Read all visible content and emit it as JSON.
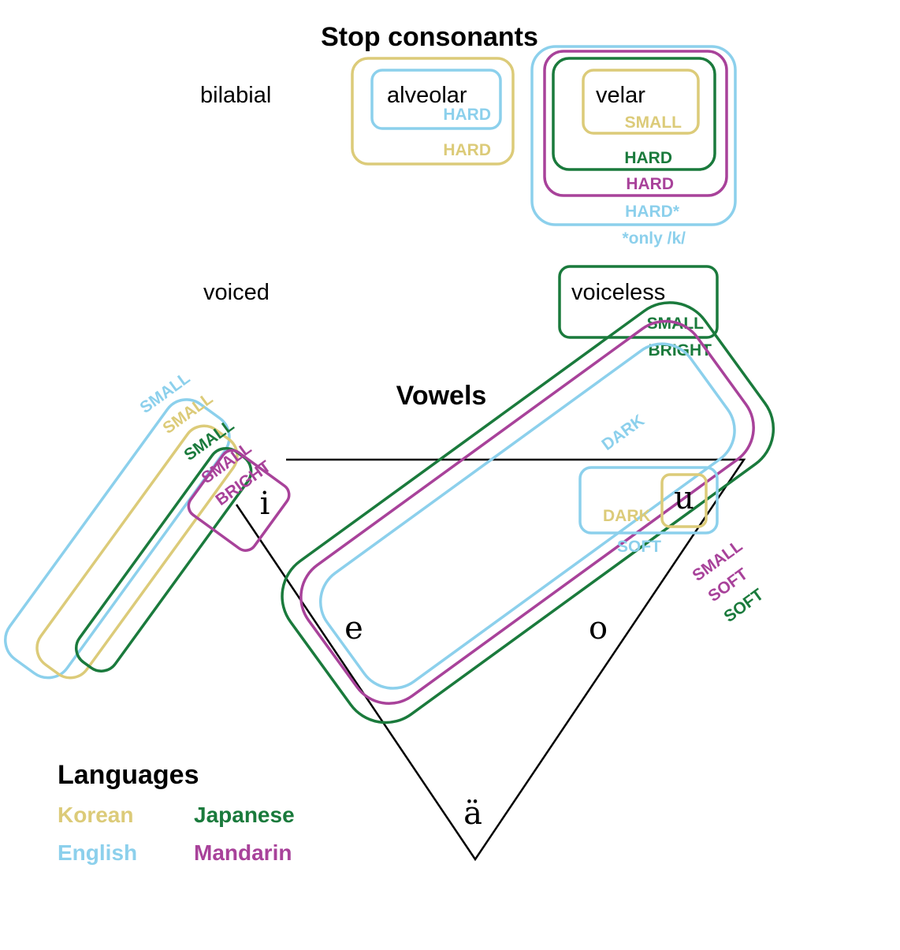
{
  "colors": {
    "korean": "#dccb79",
    "english": "#8cd0ec",
    "japanese": "#1a7a3c",
    "mandarin": "#a8429a",
    "text": "#000000"
  },
  "titles": {
    "stops": "Stop consonants",
    "vowels": "Vowels"
  },
  "stops": {
    "places": {
      "bilabial": "bilabial",
      "alveolar": "alveolar",
      "velar": "velar"
    },
    "voicing": {
      "voiced": "voiced",
      "voiceless": "voiceless"
    },
    "alveolar_tags": {
      "english": "HARD",
      "korean": "HARD"
    },
    "velar_tags": {
      "korean": "SMALL",
      "japanese": "HARD",
      "mandarin": "HARD",
      "english": "HARD*",
      "footnote": "*only /k/"
    },
    "voiceless_tags": {
      "small": "SMALL",
      "bright": "BRIGHT"
    }
  },
  "vowels": {
    "symbols": {
      "i": "i",
      "e": "e",
      "a": "ä",
      "o": "o",
      "u": "u"
    },
    "front_tags": {
      "english": "SMALL",
      "korean": "SMALL",
      "japanese": "SMALL",
      "mandarin_small": "SMALL",
      "mandarin_bright": "BRIGHT"
    },
    "back_tags": {
      "english_dark": "DARK",
      "english_soft": "SOFT",
      "korean_dark": "DARK",
      "mandarin_small": "SMALL",
      "mandarin_soft": "SOFT",
      "japanese_soft": "SOFT"
    }
  },
  "legend": {
    "title": "Languages",
    "korean": "Korean",
    "japanese": "Japanese",
    "english": "English",
    "mandarin": "Mandarin"
  }
}
